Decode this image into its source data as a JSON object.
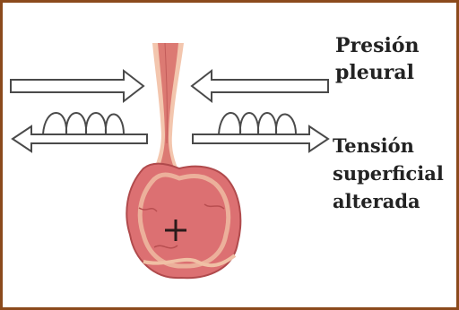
{
  "labels": {
    "pressure": [
      "Presión",
      "pleural"
    ],
    "tension": [
      "Tensión",
      "superficial",
      "alterada"
    ]
  },
  "colors": {
    "frame": "#8b4a1c",
    "alveolus_fill": "#dc7072",
    "alveolus_wall": "#f0c0a5",
    "airway": "#dc7a73",
    "arrow_outline": "#4a4a4a",
    "text": "#222222"
  },
  "icons": {
    "center_mark": "plus-sign",
    "arrows": "hollow-block-arrow",
    "springs": "coil-spring"
  }
}
